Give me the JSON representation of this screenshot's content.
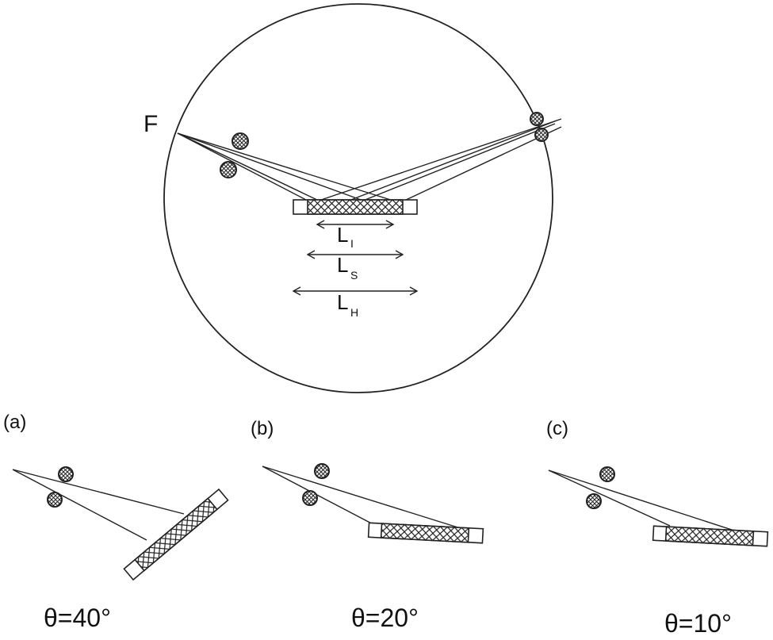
{
  "main": {
    "focus_label": "F",
    "lengths": [
      {
        "symbol": "L",
        "sub": "I"
      },
      {
        "symbol": "L",
        "sub": "S"
      },
      {
        "symbol": "L",
        "sub": "H"
      }
    ]
  },
  "panels": [
    {
      "tag": "(a)",
      "angle": "θ=40°"
    },
    {
      "tag": "(b)",
      "angle": "θ=20°"
    },
    {
      "tag": "(c)",
      "angle": "θ=10°"
    }
  ]
}
